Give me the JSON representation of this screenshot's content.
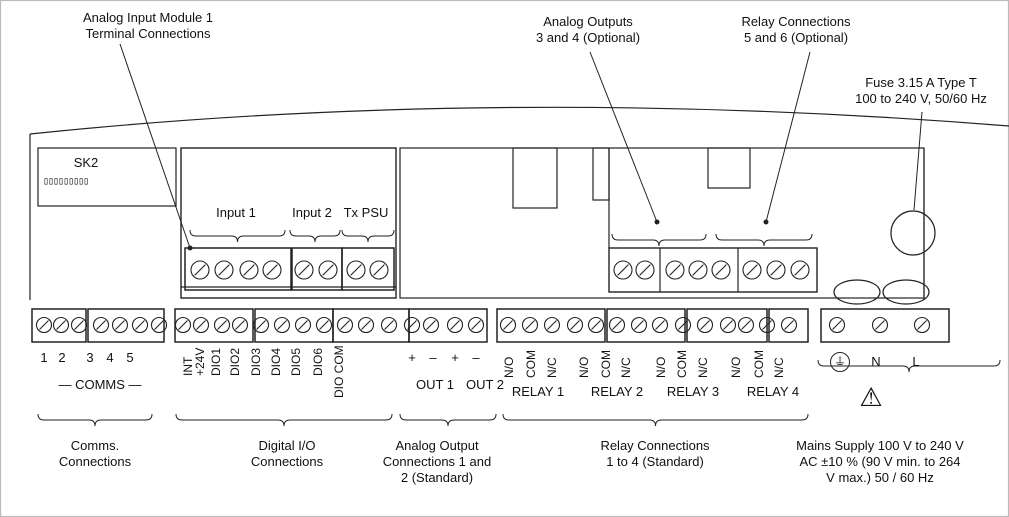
{
  "callouts": {
    "analog_input_module": [
      "Analog Input Module 1",
      "Terminal Connections"
    ],
    "analog_outputs_opt": [
      "Analog Outputs",
      "3 and 4 (Optional)"
    ],
    "relay_opt": [
      "Relay Connections",
      "5 and 6 (Optional)"
    ],
    "fuse": [
      "Fuse 3.15 A Type T",
      "100 to 240 V, 50/60 Hz"
    ]
  },
  "board": {
    "sk2": "SK2",
    "module_inputs": {
      "input1": "Input 1",
      "input2": "Input 2",
      "tx_psu": "Tx PSU"
    }
  },
  "terminals": {
    "comms_numbers": [
      "1",
      "2",
      "3",
      "4",
      "5"
    ],
    "comms_label": "COMMS",
    "digital_labels": [
      "INT\n+24V",
      "DIO1",
      "DIO2",
      "DIO3",
      "DIO4",
      "DIO5",
      "DIO6",
      "DIO COM"
    ],
    "analog_signs": [
      "+",
      "–",
      "+",
      "–"
    ],
    "analog_out_labels": [
      "OUT 1",
      "OUT 2"
    ],
    "relay_contacts": [
      "N/O",
      "COM",
      "N/C"
    ],
    "relay_labels": [
      "RELAY 1",
      "RELAY 2",
      "RELAY 3",
      "RELAY 4"
    ],
    "mains_labels": [
      "N",
      "L"
    ],
    "earth_icon": "earth-ground-icon",
    "warning_icon": "warning-triangle-icon"
  },
  "groups": {
    "comms": [
      "Comms.",
      "Connections"
    ],
    "digital": [
      "Digital I/O",
      "Connections"
    ],
    "analog_out": [
      "Analog Output",
      "Connections 1 and",
      "2 (Standard)"
    ],
    "relay": [
      "Relay Connections",
      "1 to 4 (Standard)"
    ],
    "mains": [
      "Mains Supply 100 V to 240 V",
      "AC ±10 % (90 V min. to 264",
      "V max.) 50 / 60 Hz"
    ]
  }
}
